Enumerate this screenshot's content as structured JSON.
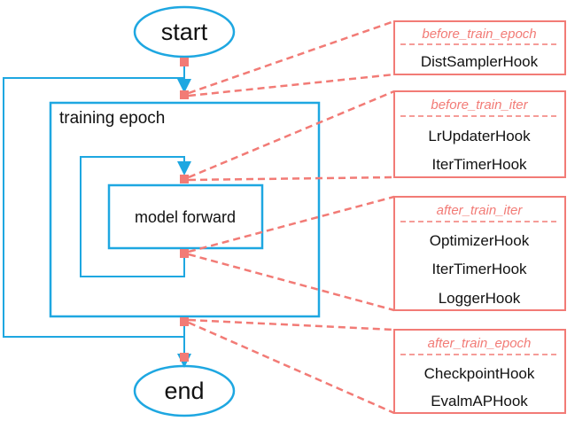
{
  "flow": {
    "start": "start",
    "end": "end",
    "epoch_label": "training epoch",
    "forward_label": "model forward"
  },
  "hook_groups": [
    {
      "stage": "before_train_epoch",
      "hooks": [
        "DistSamplerHook"
      ]
    },
    {
      "stage": "before_train_iter",
      "hooks": [
        "LrUpdaterHook",
        "IterTimerHook"
      ]
    },
    {
      "stage": "after_train_iter",
      "hooks": [
        "OptimizerHook",
        "IterTimerHook",
        "LoggerHook"
      ]
    },
    {
      "stage": "after_train_epoch",
      "hooks": [
        "CheckpointHook",
        "EvalmAPHook"
      ]
    }
  ],
  "colors": {
    "flow": "#1ea7e1",
    "hook": "#f27b76",
    "text": "#111111"
  }
}
